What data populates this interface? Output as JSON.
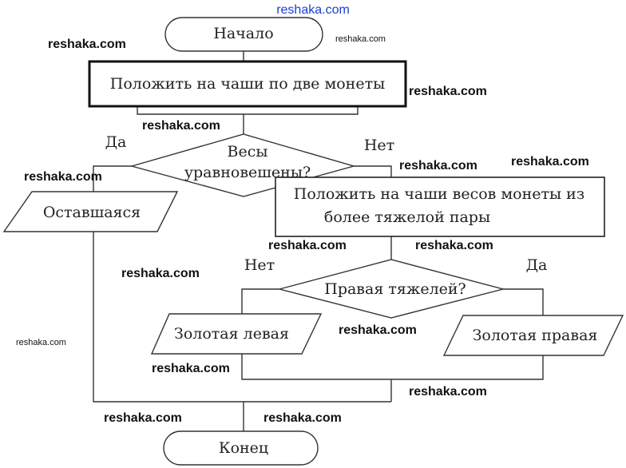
{
  "watermark": "reshaka.com",
  "watermark_color": "#1a3fd1",
  "flowchart": {
    "start": "Начало",
    "step1": "Положить на чаши по две монеты",
    "decision1": {
      "line1": "Весы",
      "line2": "уравновешены?",
      "yes": "Да",
      "no": "Нет"
    },
    "output_remaining": "Оставшаяся",
    "step2": {
      "line1": "Положить на чаши весов монеты из",
      "line2": "более тяжелой пары"
    },
    "decision2": {
      "text": "Правая тяжелей?",
      "no": "Нет",
      "yes": "Да"
    },
    "output_left": "Золотая левая",
    "output_right": "Золотая правая",
    "end": "Конец"
  }
}
